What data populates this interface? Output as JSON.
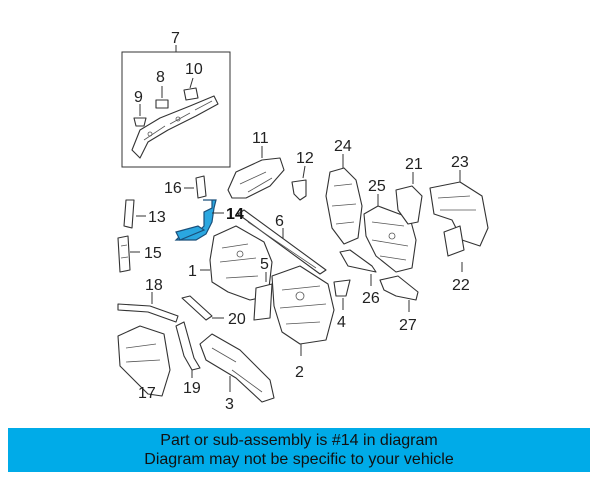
{
  "diagram": {
    "callouts": [
      "1",
      "2",
      "3",
      "4",
      "5",
      "6",
      "7",
      "8",
      "9",
      "10",
      "11",
      "12",
      "13",
      "14",
      "15",
      "16",
      "17",
      "18",
      "19",
      "20",
      "21",
      "22",
      "23",
      "24",
      "25",
      "26",
      "27"
    ],
    "highlighted_part": "14",
    "highlight_color": "#2aa7e0",
    "line_color": "#333333"
  },
  "banner": {
    "line1": "Part or sub-assembly is #14 in diagram",
    "line2": "Diagram may not be specific to your vehicle",
    "background": "#00abe8"
  }
}
